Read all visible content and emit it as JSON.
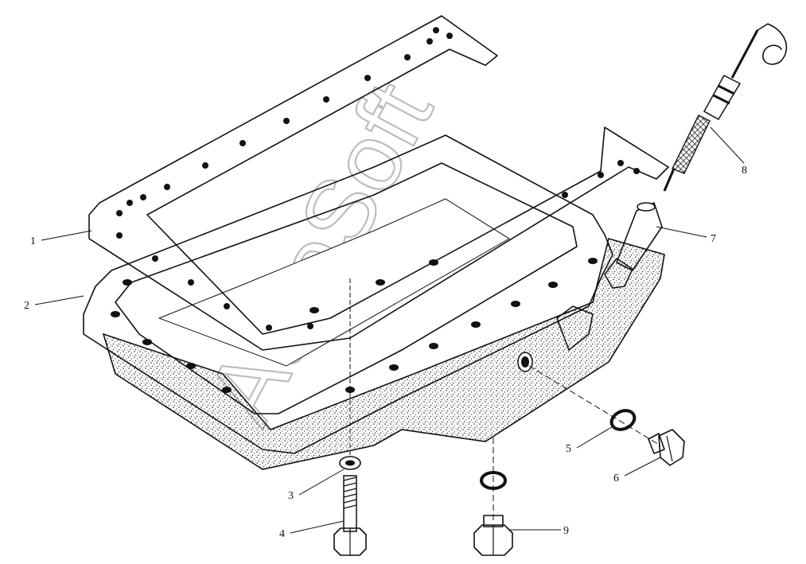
{
  "callouts": {
    "c1": "1",
    "c2": "2",
    "c3": "3",
    "c4": "4",
    "c5": "5",
    "c6": "6",
    "c7": "7",
    "c8": "8",
    "c9": "9"
  },
  "watermark": "AutoSoft",
  "colors": {
    "ink": "#111111",
    "stipple": "#222222",
    "watermark": "#bdbdbd"
  }
}
